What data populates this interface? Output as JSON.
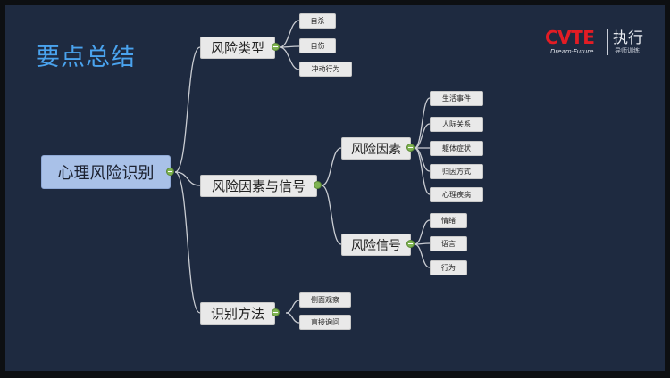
{
  "slide": {
    "title": "要点总结"
  },
  "logo": {
    "brand_mark": "CVTE",
    "tagline": "Dream·Future",
    "brand_cn": "执行",
    "brand_sub": "导师训练"
  },
  "mindmap": {
    "root": "心理风险识别",
    "branches": {
      "risk_types": {
        "label": "风险类型",
        "leaves": [
          "自杀",
          "自伤",
          "冲动行为"
        ]
      },
      "factors_signals": {
        "label": "风险因素与信号",
        "risk_factors": {
          "label": "风险因素",
          "leaves": [
            "生活事件",
            "人际关系",
            "躯体症状",
            "归因方式",
            "心理疾病"
          ]
        },
        "risk_signals": {
          "label": "风险信号",
          "leaves": [
            "情绪",
            "语言",
            "行为"
          ]
        }
      },
      "methods": {
        "label": "识别方法",
        "leaves": [
          "侧面观察",
          "直接询问"
        ]
      }
    }
  },
  "colors": {
    "background": "#1e2a40",
    "title": "#4aa3ee",
    "root_fill": "#a9c1e8",
    "node_fill": "#e9e9e9",
    "connector": "#c9ccd2",
    "toggle": "#7fb352"
  }
}
